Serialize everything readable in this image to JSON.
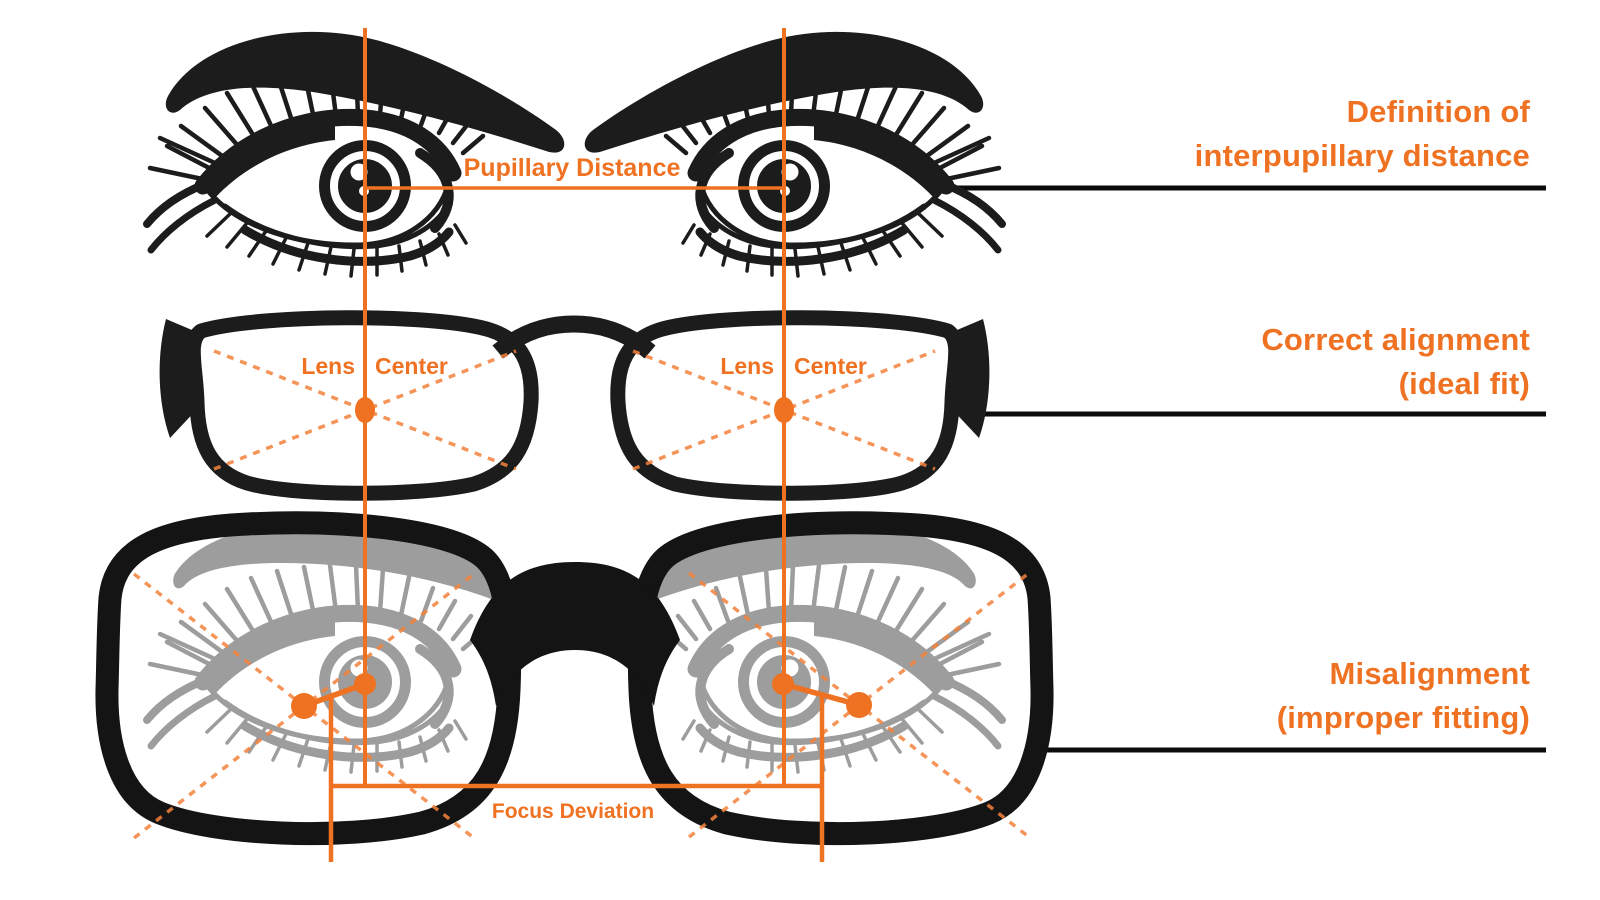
{
  "colors": {
    "accent_orange": "#EF7122",
    "dashed_orange": "#F4823B",
    "artwork_black": "#1C1C1C",
    "artwork_gray": "#9D9D9D",
    "leader_line_black": "#0B0B0B"
  },
  "annotations": {
    "pupillary_distance_label": "Pupillary Distance",
    "lens_center_word1": "Lens",
    "lens_center_word2": "Center",
    "focus_deviation_label": "Focus Deviation"
  },
  "callouts": [
    {
      "lines": [
        "Definition of",
        "interpupillary distance"
      ]
    },
    {
      "lines": [
        "Correct alignment",
        "(ideal fit)"
      ]
    },
    {
      "lines": [
        "Misalignment",
        "(improper fitting)"
      ]
    }
  ]
}
